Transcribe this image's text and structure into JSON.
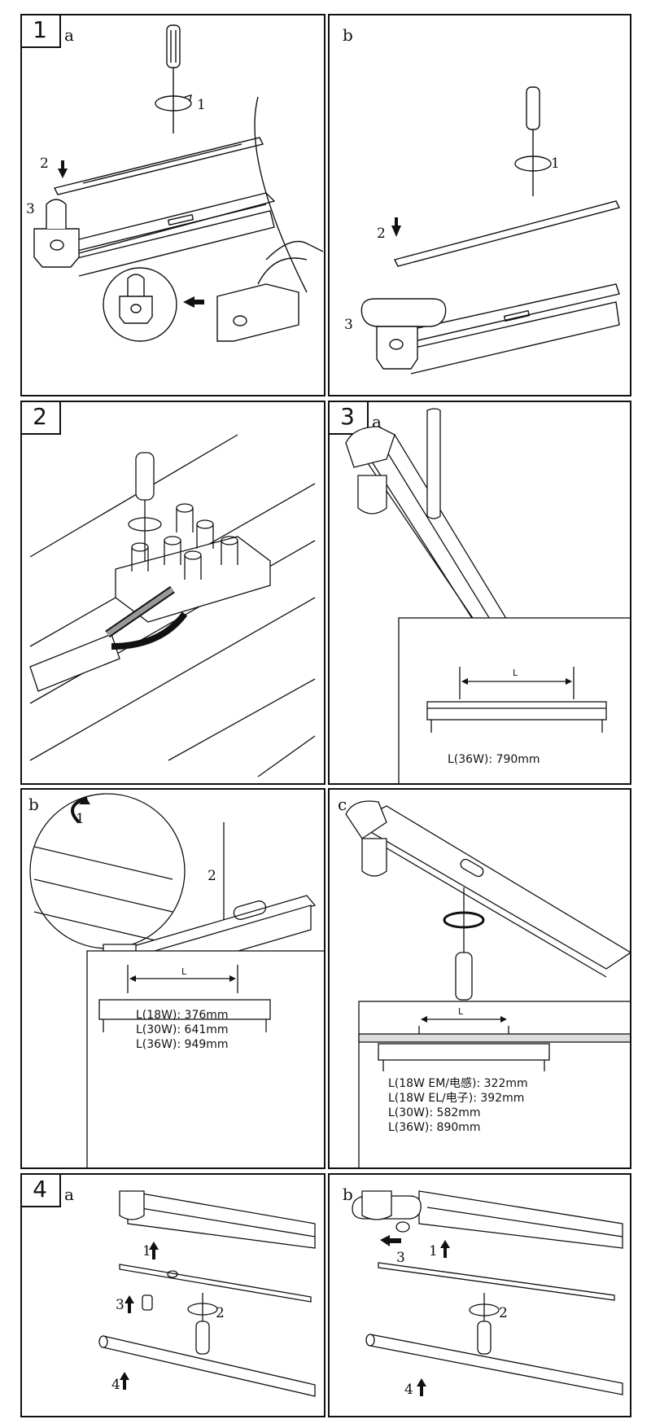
{
  "panels": {
    "p1a": {
      "step": "1",
      "sub": "a",
      "c1": "1",
      "c2": "2",
      "c3": "3"
    },
    "p1b": {
      "sub": "b",
      "c1": "1",
      "c2": "2",
      "c3": "3"
    },
    "p2": {
      "step": "2"
    },
    "p3a": {
      "step": "3",
      "sub": "a",
      "L": "L",
      "meas": [
        "L(36W): 790mm"
      ]
    },
    "p3b": {
      "sub": "b",
      "c1": "1",
      "c2": "2",
      "L": "L",
      "meas": [
        "L(18W): 376mm",
        "L(30W): 641mm",
        "L(36W): 949mm"
      ]
    },
    "p3c": {
      "sub": "c",
      "L": "L",
      "meas": [
        "L(18W EM/电感): 322mm",
        "L(18W EL/电子): 392mm",
        "L(30W): 582mm",
        "L(36W): 890mm"
      ]
    },
    "p4a": {
      "step": "4",
      "sub": "a",
      "c1": "1",
      "c2": "2",
      "c3": "3",
      "c4": "4"
    },
    "p4b": {
      "sub": "b",
      "c1": "1",
      "c2": "2",
      "c3": "3",
      "c4": "4"
    }
  }
}
